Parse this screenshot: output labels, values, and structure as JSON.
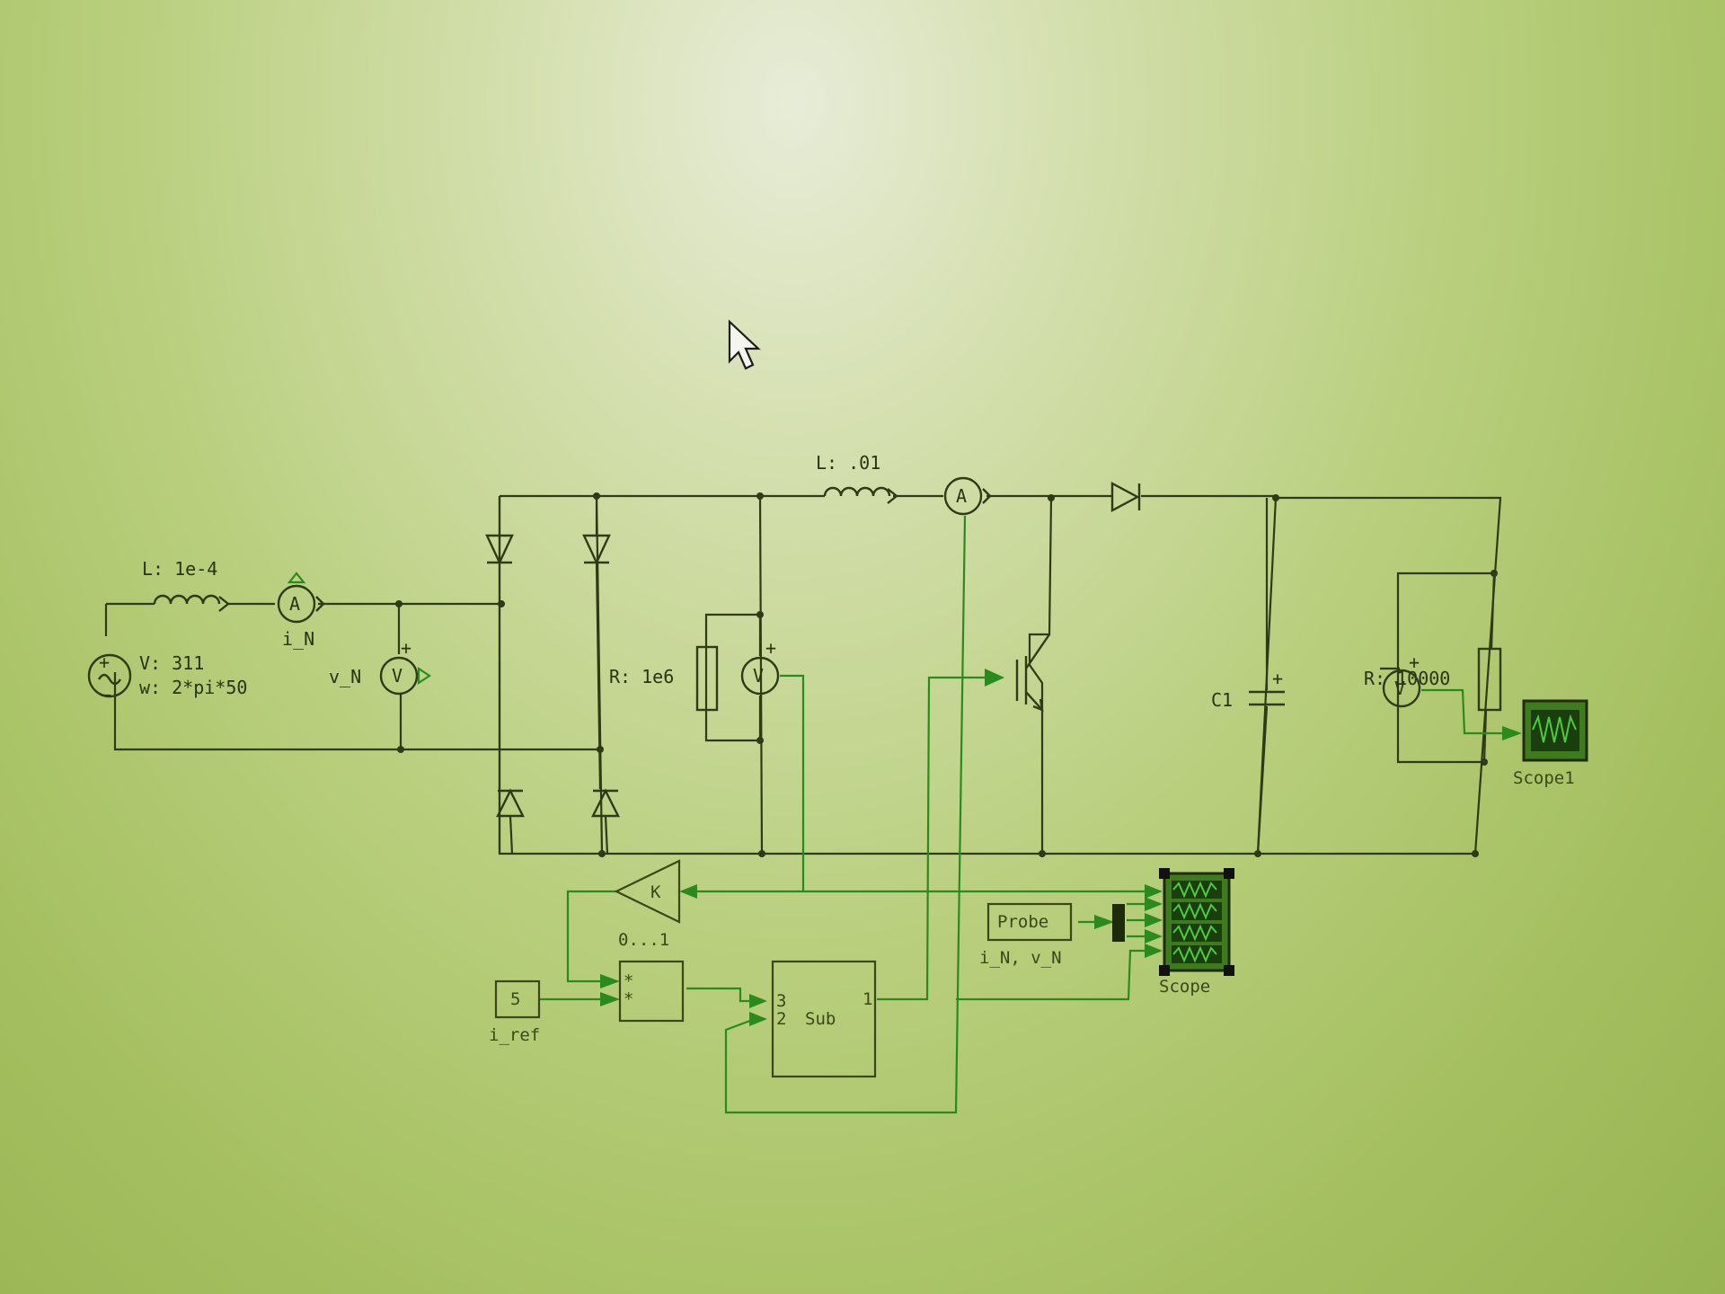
{
  "labels": {
    "L_boost": "L: .01",
    "L_line": "L: 1e-4",
    "i_N": "i_N",
    "V_src": "V: 311",
    "w_src": "w: 2*pi*50",
    "v_N": "v_N",
    "R_big": "R: 1e6",
    "C1": "C1",
    "R_load": "R: 10000",
    "Scope1": "Scope1",
    "K_range": "0...1",
    "i_ref": "i_ref",
    "Probe_signals": "i_N, v_N",
    "Scope": "Scope"
  },
  "blocks": {
    "const_value": "5",
    "gain": "K",
    "probe": "Probe",
    "sub": "Sub",
    "sub_in1": "3",
    "sub_in2": "2",
    "sub_out": "1",
    "mult_in1": "*",
    "mult_in2": "*",
    "ammeter": "A",
    "voltmeter": "V",
    "plus": "+",
    "minus": "−"
  }
}
